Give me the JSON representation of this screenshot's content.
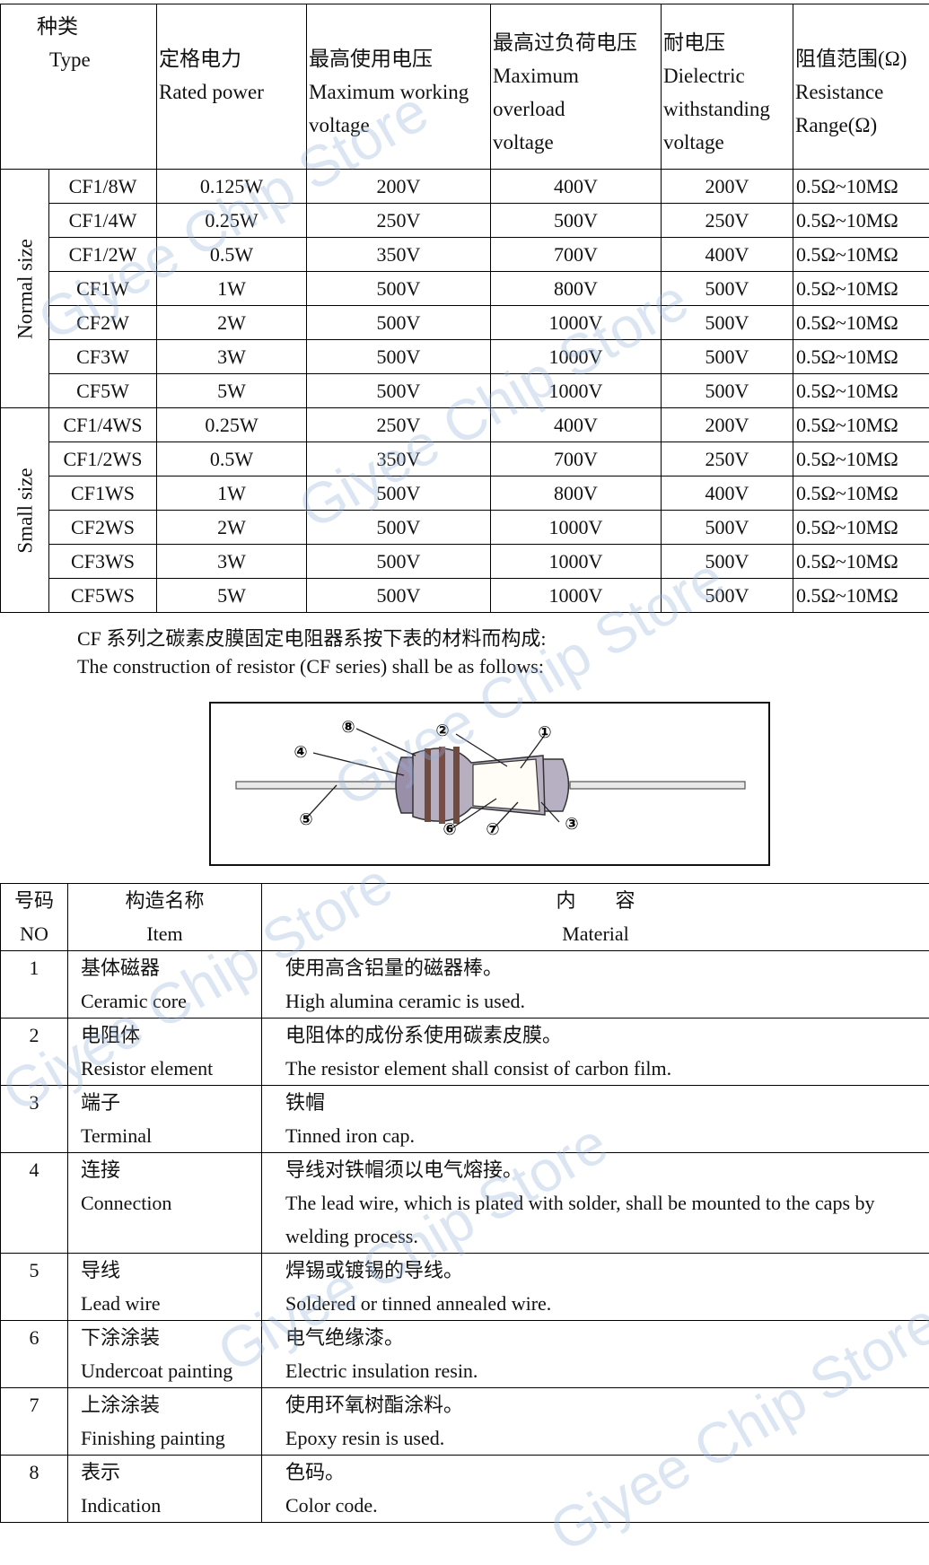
{
  "spec_table": {
    "headers": {
      "type": {
        "zh": "种类",
        "en": "Type"
      },
      "power": {
        "zh": "定格电力",
        "en": "Rated power"
      },
      "working": {
        "zh": "最高使用电压",
        "en": [
          "Maximum working",
          "voltage"
        ]
      },
      "overload": {
        "zh": "最高过负荷电压",
        "en": [
          "Maximum",
          "overload",
          "voltage"
        ]
      },
      "dielectric": {
        "zh": "耐电压",
        "en": [
          "Dielectric",
          "withstanding",
          "voltage"
        ]
      },
      "range": {
        "zh": "阻值范围(Ω)",
        "en": [
          "Resistance",
          "Range(Ω)"
        ]
      }
    },
    "groups": [
      {
        "label": "Normal size",
        "rows": [
          [
            "CF1/8W",
            "0.125W",
            "200V",
            "400V",
            "200V",
            "0.5Ω~10MΩ"
          ],
          [
            "CF1/4W",
            "0.25W",
            "250V",
            "500V",
            "250V",
            "0.5Ω~10MΩ"
          ],
          [
            "CF1/2W",
            "0.5W",
            "350V",
            "700V",
            "400V",
            "0.5Ω~10MΩ"
          ],
          [
            "CF1W",
            "1W",
            "500V",
            "800V",
            "500V",
            "0.5Ω~10MΩ"
          ],
          [
            "CF2W",
            "2W",
            "500V",
            "1000V",
            "500V",
            "0.5Ω~10MΩ"
          ],
          [
            "CF3W",
            "3W",
            "500V",
            "1000V",
            "500V",
            "0.5Ω~10MΩ"
          ],
          [
            "CF5W",
            "5W",
            "500V",
            "1000V",
            "500V",
            "0.5Ω~10MΩ"
          ]
        ]
      },
      {
        "label": "Small size",
        "rows": [
          [
            "CF1/4WS",
            "0.25W",
            "250V",
            "400V",
            "200V",
            "0.5Ω~10MΩ"
          ],
          [
            "CF1/2WS",
            "0.5W",
            "350V",
            "700V",
            "250V",
            "0.5Ω~10MΩ"
          ],
          [
            "CF1WS",
            "1W",
            "500V",
            "800V",
            "400V",
            "0.5Ω~10MΩ"
          ],
          [
            "CF2WS",
            "2W",
            "500V",
            "1000V",
            "500V",
            "0.5Ω~10MΩ"
          ],
          [
            "CF3WS",
            "3W",
            "500V",
            "1000V",
            "500V",
            "0.5Ω~10MΩ"
          ],
          [
            "CF5WS",
            "5W",
            "500V",
            "1000V",
            "500V",
            "0.5Ω~10MΩ"
          ]
        ]
      }
    ]
  },
  "construction": {
    "intro_zh": "CF  系列之碳素皮膜固定电阻器系按下表的材料而构成:",
    "intro_en": "The construction of resistor (CF series) shall be as follows:",
    "diagram_labels": [
      "①",
      "②",
      "③",
      "④",
      "⑤",
      "⑥",
      "⑦",
      "⑧"
    ]
  },
  "material_table": {
    "headers": {
      "no": {
        "zh": "号码",
        "en": "NO"
      },
      "item": {
        "zh": "构造名称",
        "en": "Item"
      },
      "material": {
        "zh": "内　　容",
        "en": "Material"
      }
    },
    "rows": [
      {
        "no": "1",
        "item_zh": "基体磁器",
        "item_en": "Ceramic core",
        "mat_zh": "使用高含铝量的磁器棒。",
        "mat_en": "High alumina ceramic is used."
      },
      {
        "no": "2",
        "item_zh": "电阻体",
        "item_en": "Resistor element",
        "mat_zh": "电阻体的成份系使用碳素皮膜。",
        "mat_en": "The resistor element shall consist of carbon film."
      },
      {
        "no": "3",
        "item_zh": "端子",
        "item_en": "Terminal",
        "mat_zh": "铁帽",
        "mat_en": "Tinned iron cap."
      },
      {
        "no": "4",
        "item_zh": "连接",
        "item_en": "Connection",
        "mat_zh": "导线对铁帽须以电气熔接。",
        "mat_en": "The lead wire, which is plated with solder, shall be mounted to the caps by",
        "mat_en2": "welding process."
      },
      {
        "no": "5",
        "item_zh": "导线",
        "item_en": "Lead wire",
        "mat_zh": "焊锡或镀锡的导线。",
        "mat_en": "Soldered or tinned annealed wire."
      },
      {
        "no": "6",
        "item_zh": "下涂涂装",
        "item_en": "Undercoat painting",
        "mat_zh": "电气绝缘漆。",
        "mat_en": "Electric insulation resin."
      },
      {
        "no": "7",
        "item_zh": "上涂涂装",
        "item_en": "Finishing painting",
        "mat_zh": "使用环氧树酯涂料。",
        "mat_en": "Epoxy resin is used."
      },
      {
        "no": "8",
        "item_zh": "表示",
        "item_en": "Indication",
        "mat_zh": "色码。",
        "mat_en": "Color code."
      }
    ]
  },
  "watermark": "Giyee Chip Store"
}
